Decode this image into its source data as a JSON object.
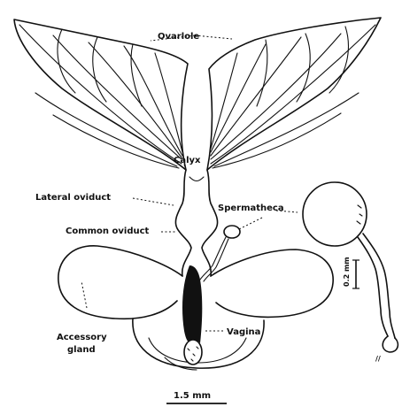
{
  "labels": {
    "ovarioles": "Ovarlole",
    "calyx": "Calyx",
    "lateral_oviduct": "Lateral oviduct",
    "spermatheca": "Spermatheca",
    "common_oviduct": "Common oviduct",
    "accessory_gland_line1": "Accessory",
    "accessory_gland_line2": "gland",
    "vagina": "Vagina",
    "scale_main": "1.5 mm",
    "scale_inset": "0.2 mm"
  },
  "colors": {
    "ink": "#111111",
    "paper": "#ffffff"
  }
}
